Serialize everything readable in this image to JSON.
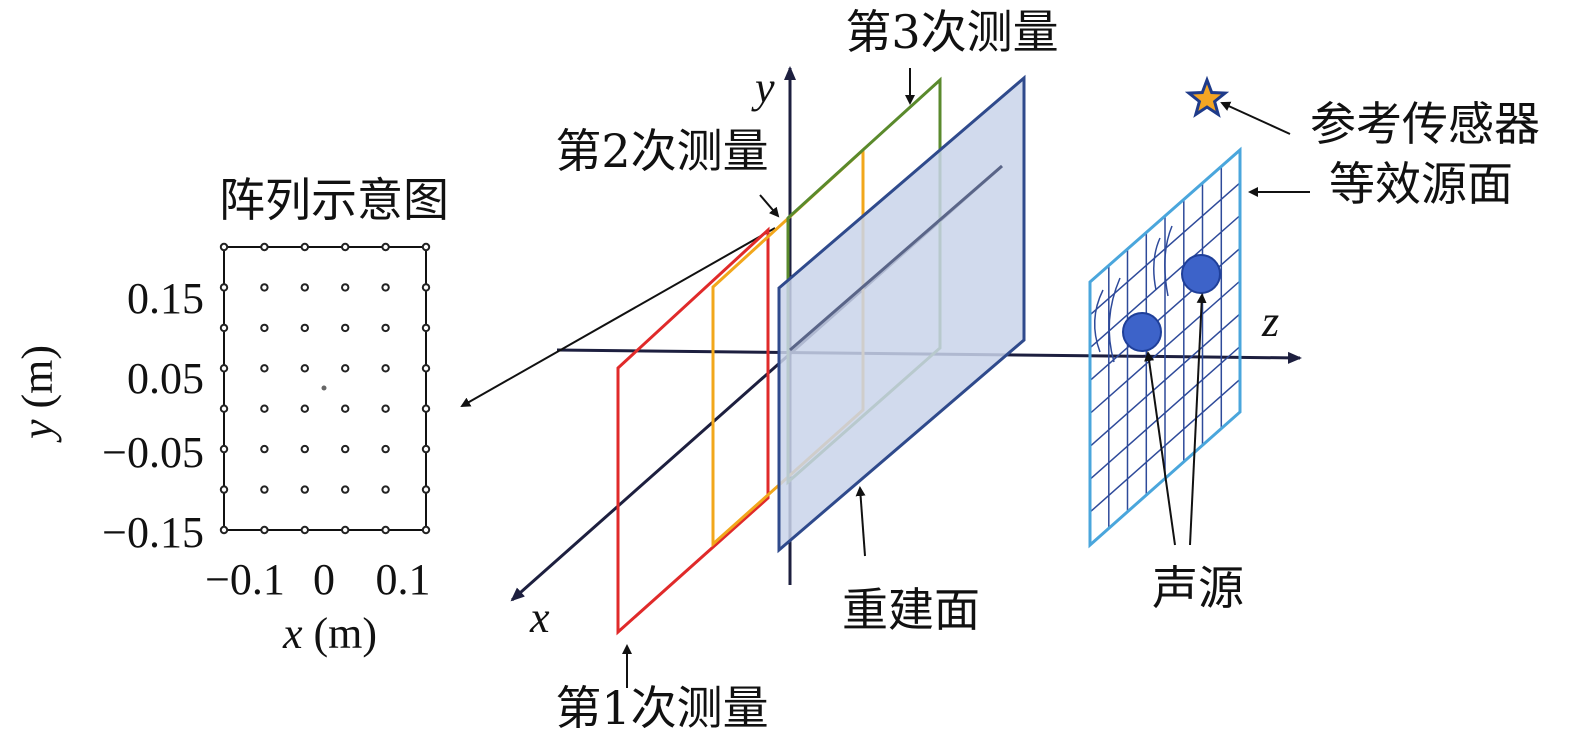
{
  "labels": {
    "array_title": "阵列示意图",
    "measurement_1": "第1次测量",
    "measurement_2": "第2次测量",
    "measurement_3": "第3次测量",
    "reconstruction_plane": "重建面",
    "equivalent_source_plane": "等效源面",
    "reference_sensor": "参考传感器",
    "sound_sources": "声源"
  },
  "axes": {
    "x": "x",
    "y": "y",
    "z": "z"
  },
  "array_plot": {
    "xlabel_var": "x",
    "xlabel_unit": " (m)",
    "ylabel_var": "y",
    "ylabel_unit": " (m)",
    "x_ticks": [
      "−0.1",
      "0",
      "0.1"
    ],
    "y_ticks": [
      "0.15",
      "0.05",
      "−0.05",
      "−0.15"
    ],
    "grid_columns": 6,
    "grid_rows": 8
  },
  "colors": {
    "measurement_1": "#e02a2a",
    "measurement_2": "#f2a71b",
    "measurement_3": "#5a8a2c",
    "reconstruction_fill": "#c9d3ea",
    "reconstruction_edge": "#2f4a8c",
    "equivalent_source": "#4aa6dc",
    "source_grid": "#2e4a9a",
    "source_dot": "#3d63c9",
    "star": "#f5a623",
    "axis": "#1d1f3f"
  }
}
